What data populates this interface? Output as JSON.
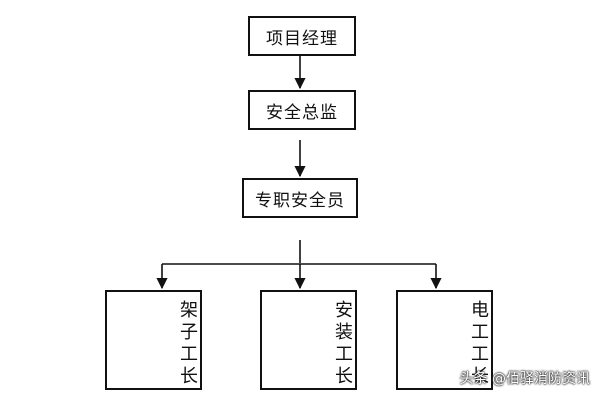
{
  "org_chart": {
    "nodes": {
      "project_manager": "项目经理",
      "safety_director": "安全总监",
      "safety_officer": "专职安全员",
      "scaffold_foreman": "架子工长",
      "installation_foreman": "安装工长",
      "electrical_foreman": "电工工长"
    },
    "edges": [
      {
        "from": "project_manager",
        "to": "safety_director"
      },
      {
        "from": "safety_director",
        "to": "safety_officer"
      },
      {
        "from": "safety_officer",
        "to": "scaffold_foreman"
      },
      {
        "from": "safety_officer",
        "to": "installation_foreman"
      },
      {
        "from": "safety_officer",
        "to": "electrical_foreman"
      }
    ]
  },
  "watermark": {
    "text": "头条 @佰驿消防资讯"
  },
  "colors": {
    "line": "#111111",
    "box_border": "#111111",
    "background": "#ffffff"
  }
}
